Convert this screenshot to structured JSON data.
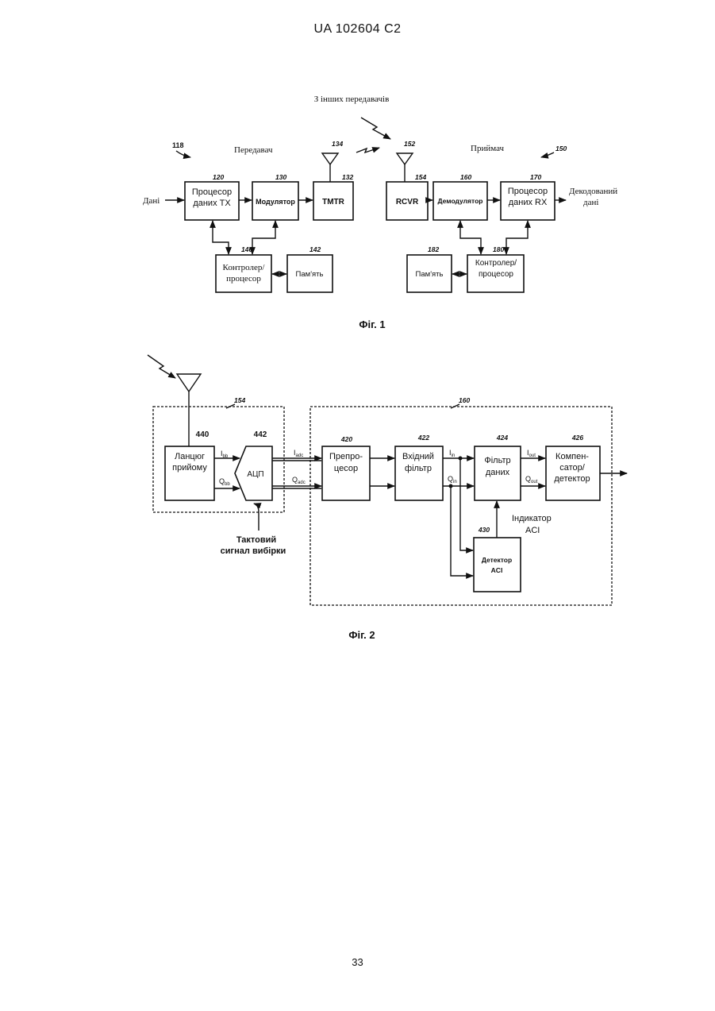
{
  "page": {
    "header": "UA   102604   C2",
    "page_number": "33"
  },
  "fig1": {
    "caption": "Фіг. 1",
    "other_tx": "З інших передавачів",
    "transmitter": {
      "title": "Передавач",
      "ref": "118"
    },
    "receiver": {
      "title": "Приймач",
      "ref": "150"
    },
    "input_label": "Дані",
    "output_label_1": "Декодований",
    "output_label_2": "дані",
    "antenna_tx_ref": "134",
    "antenna_rx_ref": "152",
    "blocks": {
      "tx_proc": {
        "ref": "120",
        "line1": "Процесор",
        "line2": "даних TX"
      },
      "modulator": {
        "ref": "130",
        "label": "Модулятор"
      },
      "tmtr": {
        "ref": "132",
        "label": "TMTR"
      },
      "rcvr": {
        "ref": "154",
        "label": "RCVR"
      },
      "demod": {
        "ref": "160",
        "label": "Демодулятор"
      },
      "rx_proc": {
        "ref": "170",
        "line1": "Процесор",
        "line2": "даних RX"
      },
      "tx_ctrl": {
        "ref": "140",
        "line1": "Контролер/",
        "line2": "процесор"
      },
      "tx_mem": {
        "ref": "142",
        "label": "Пам'ять"
      },
      "rx_mem": {
        "ref": "182",
        "label": "Пам'ять"
      },
      "rx_ctrl": {
        "ref": "180",
        "line1": "Контролер/",
        "line2": "процесор"
      }
    }
  },
  "fig2": {
    "caption": "Фіг. 2",
    "group_rcvr_ref": "154",
    "group_demod_ref": "160",
    "blocks": {
      "rx_chain": {
        "ref": "440",
        "line1": "Ланцюг",
        "line2": "прийому"
      },
      "adc": {
        "ref": "442",
        "label": "АЦП"
      },
      "preproc": {
        "ref": "420",
        "line1": "Препро-",
        "line2": "цесор"
      },
      "input_filter": {
        "ref": "422",
        "line1": "Вхідний",
        "line2": "фільтр"
      },
      "data_filter": {
        "ref": "424",
        "line1": "Фільтр",
        "line2": "даних"
      },
      "compensator": {
        "ref": "426",
        "line1": "Компен-",
        "line2": "сатор/",
        "line3": "детектор"
      },
      "aci_detector": {
        "ref": "430",
        "line1": "Детектор",
        "line2": "ACI"
      }
    },
    "clock_1": "Тактовий",
    "clock_2": "сигнал вибірки",
    "aci_ind_1": "Індикатор",
    "aci_ind_2": "ACI",
    "signals": {
      "I_bb": "I",
      "I_bb_sub": "bb",
      "Q_bb": "Q",
      "Q_bb_sub": "bb",
      "I_adc": "I",
      "I_adc_sub": "adc",
      "Q_adc": "Q",
      "Q_adc_sub": "adc",
      "I_in": "I",
      "I_in_sub": "in",
      "Q_in": "Q",
      "Q_in_sub": "in",
      "I_out": "I",
      "I_out_sub": "out",
      "Q_out": "Q",
      "Q_out_sub": "out"
    }
  }
}
